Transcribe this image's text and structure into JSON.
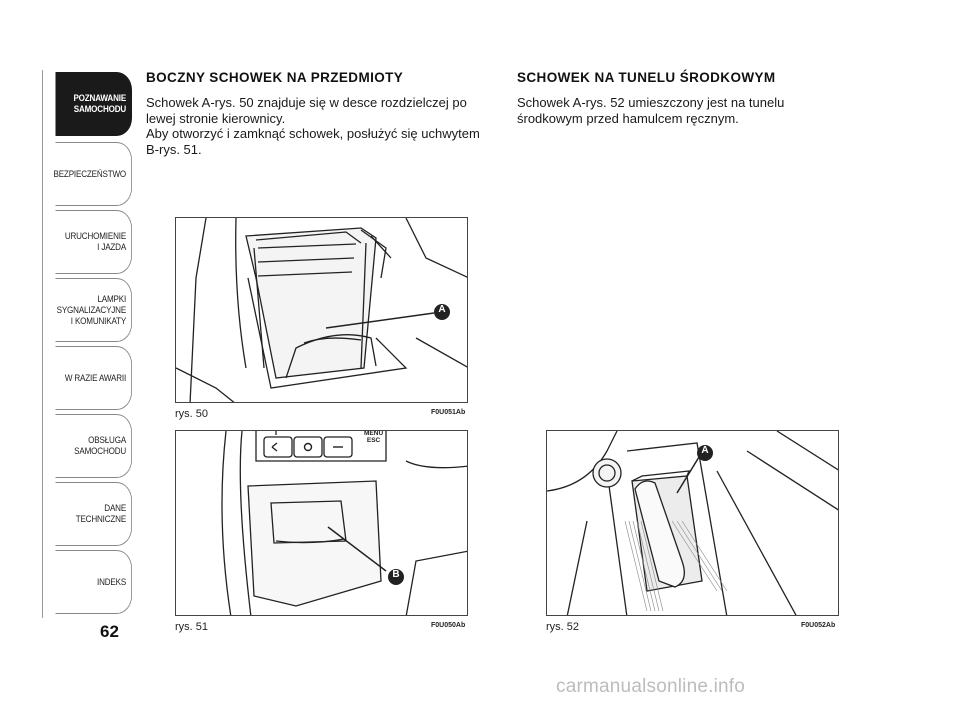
{
  "sidebar": {
    "items": [
      {
        "label": "POZNAWANIE\nSAMOCHODU",
        "active": true
      },
      {
        "label": "BEZPIECZEŃSTWO",
        "active": false
      },
      {
        "label": "URUCHOMIENIE\nI JAZDA",
        "active": false
      },
      {
        "label": "LAMPKI\nSYGNALIZACYJNE\nI KOMUNIKATY",
        "active": false
      },
      {
        "label": "W RAZIE AWARII",
        "active": false
      },
      {
        "label": "OBSŁUGA\nSAMOCHODU",
        "active": false
      },
      {
        "label": "DANE\nTECHNICZNE",
        "active": false
      },
      {
        "label": "INDEKS",
        "active": false
      }
    ]
  },
  "page_number": "62",
  "left_section": {
    "title": "BOCZNY SCHOWEK NA PRZEDMIOTY",
    "body": "Schowek A-rys. 50 znajduje się w desce rozdzielczej po\nlewej stronie kierownicy.\nAby otworzyć i zamknąć schowek, posłużyć się uchwytem\nB-rys. 51."
  },
  "right_section": {
    "title": "SCHOWEK NA TUNELU ŚRODKOWYM",
    "body": "Schowek A-rys. 52 umieszczony jest na tunelu\nśrodkowym przed hamulcem ręcznym."
  },
  "figures": {
    "fig50": {
      "caption": "rys. 50",
      "code": "F0U051Ab",
      "callout": "A"
    },
    "fig51": {
      "caption": "rys. 51",
      "code": "F0U050Ab",
      "callout": "B",
      "menu_label": "MENU",
      "esc_label": "ESC"
    },
    "fig52": {
      "caption": "rys. 52",
      "code": "F0U052Ab",
      "callout": "A"
    }
  },
  "watermark": "carmanualsonline.info",
  "colors": {
    "ink": "#1a1a1a",
    "tab_active": "#1a1a1a",
    "watermark": "#bcbcbc"
  }
}
